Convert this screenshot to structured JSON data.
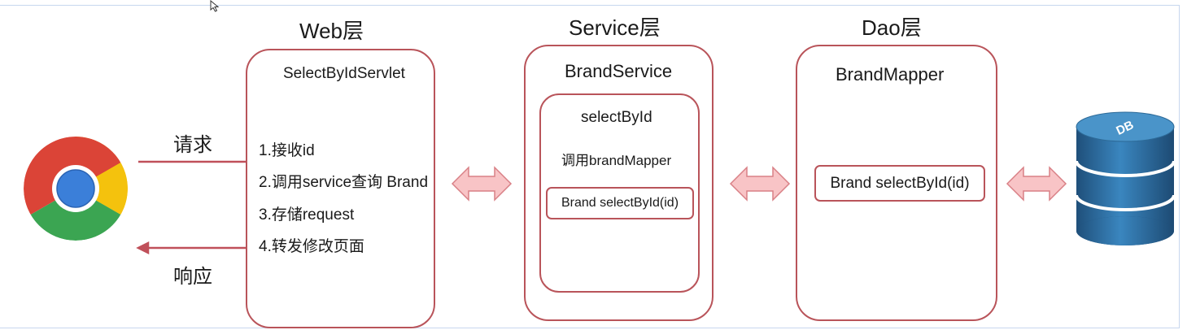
{
  "web_layer": {
    "title": "Web层",
    "servlet_name": "SelectByIdServlet",
    "steps": [
      "1.接收id",
      "2.调用service查询 Brand",
      "3.存储request",
      "4.转发修改页面"
    ]
  },
  "service_layer": {
    "title": "Service层",
    "class_name": "BrandService",
    "method_name": "selectById",
    "call_text": "调用brandMapper",
    "signature": "Brand selectById(id)"
  },
  "dao_layer": {
    "title": "Dao层",
    "class_name": "BrandMapper",
    "signature": "Brand selectById(id)"
  },
  "client": {
    "request_label": "请求",
    "response_label": "响应",
    "icon": "chrome-browser-icon"
  },
  "database": {
    "label": "DB",
    "icon": "database-icon"
  },
  "colors": {
    "box_border": "#b9545a",
    "arrow_line": "#c0505a",
    "double_arrow_fill": "#f8c4c6",
    "double_arrow_stroke": "#d98086",
    "db_blue": "#2f6e9e"
  }
}
